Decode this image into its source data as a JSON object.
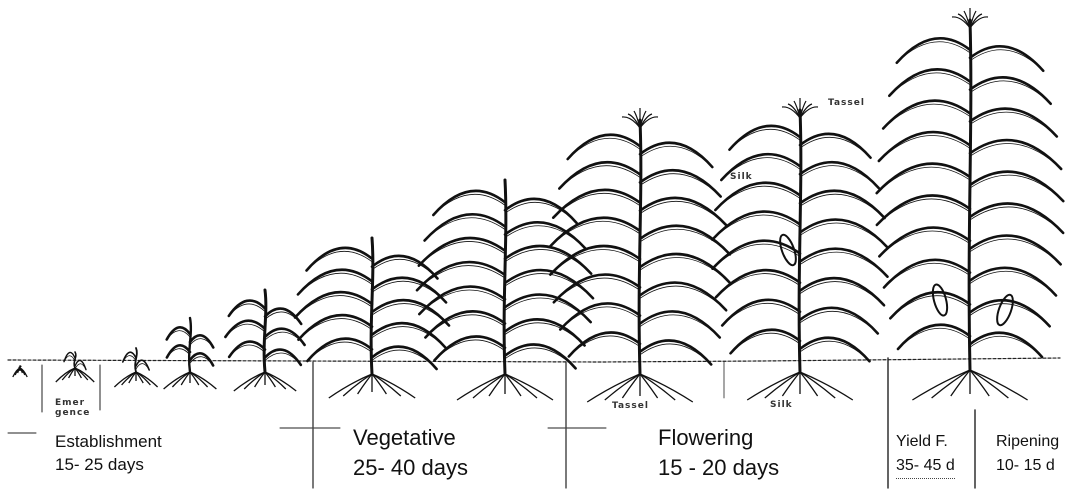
{
  "phases": [
    {
      "name": "Establishment",
      "duration": "15- 25 days"
    },
    {
      "name": "Vegetative",
      "duration": "25- 40 days"
    },
    {
      "name": "Flowering",
      "duration": "15 - 20 days"
    },
    {
      "name": "Yield F.",
      "duration": "35- 45  d"
    },
    {
      "name": "Ripening",
      "duration": "10- 15 d"
    }
  ],
  "annotations": {
    "emergence_line1": "Emer",
    "emergence_line2": "gence",
    "tassel_top": "Tassel",
    "silk_top": "Silk",
    "tassel_bottom": "Tassel",
    "silk_bottom": "Silk"
  },
  "colors": {
    "ink": "#111111",
    "background": "#ffffff"
  }
}
